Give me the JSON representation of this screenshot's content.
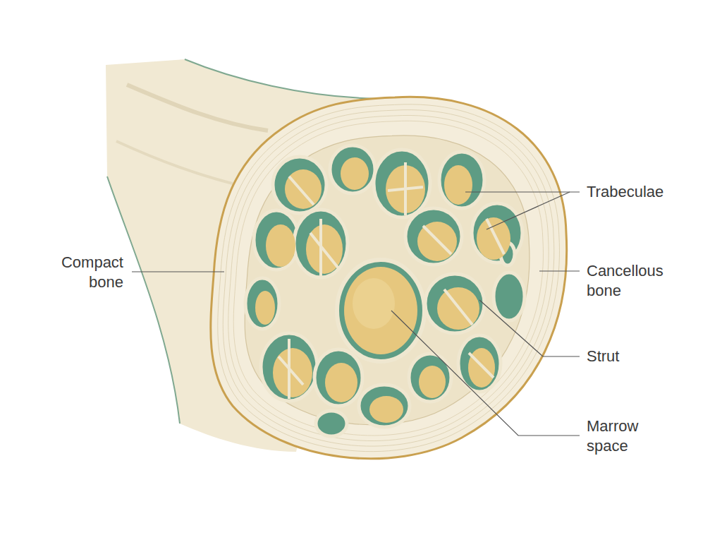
{
  "diagram": {
    "labels": [
      "Trabeculae",
      "Compact bone",
      "Cancellous bone",
      "Strut",
      "Marrow space"
    ]
  }
}
